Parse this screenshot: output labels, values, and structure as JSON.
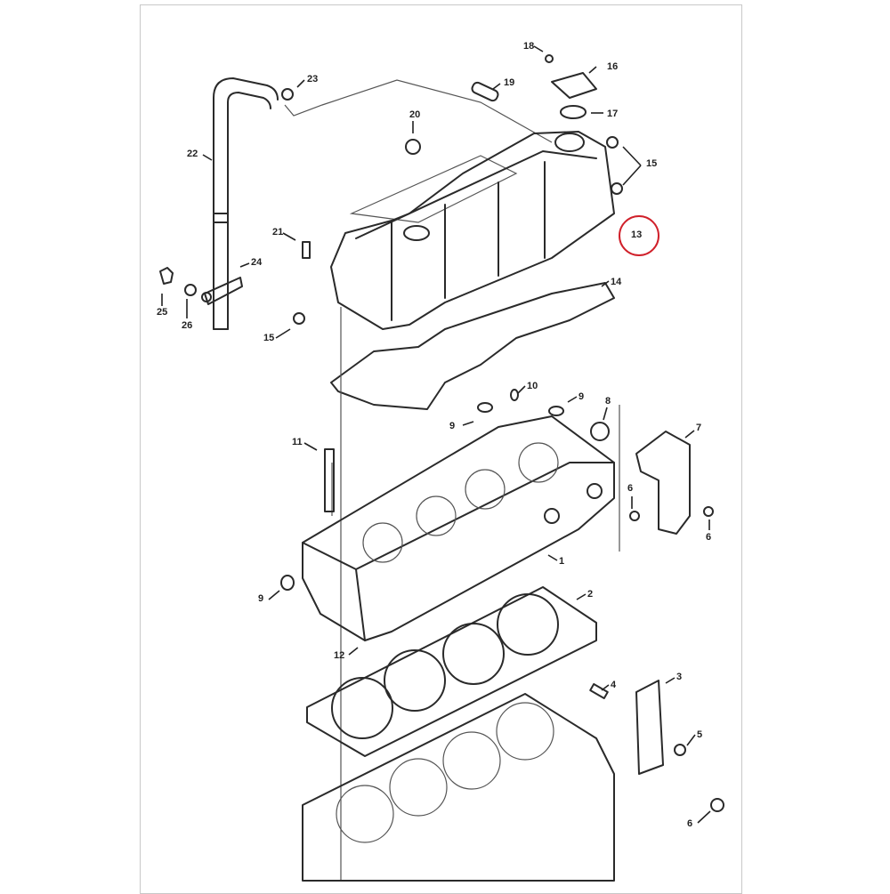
{
  "diagram": {
    "title": "Cylinder head and valve cover exploded parts diagram",
    "highlight_color": "#d0202a",
    "highlighted_callout": "13",
    "callouts": [
      "18",
      "16",
      "23",
      "19",
      "17",
      "20",
      "22",
      "15",
      "13",
      "21",
      "24",
      "14",
      "25",
      "26",
      "15",
      "10",
      "9",
      "9",
      "8",
      "7",
      "11",
      "6",
      "6",
      "1",
      "9",
      "2",
      "12",
      "4",
      "3",
      "5",
      "6"
    ]
  }
}
